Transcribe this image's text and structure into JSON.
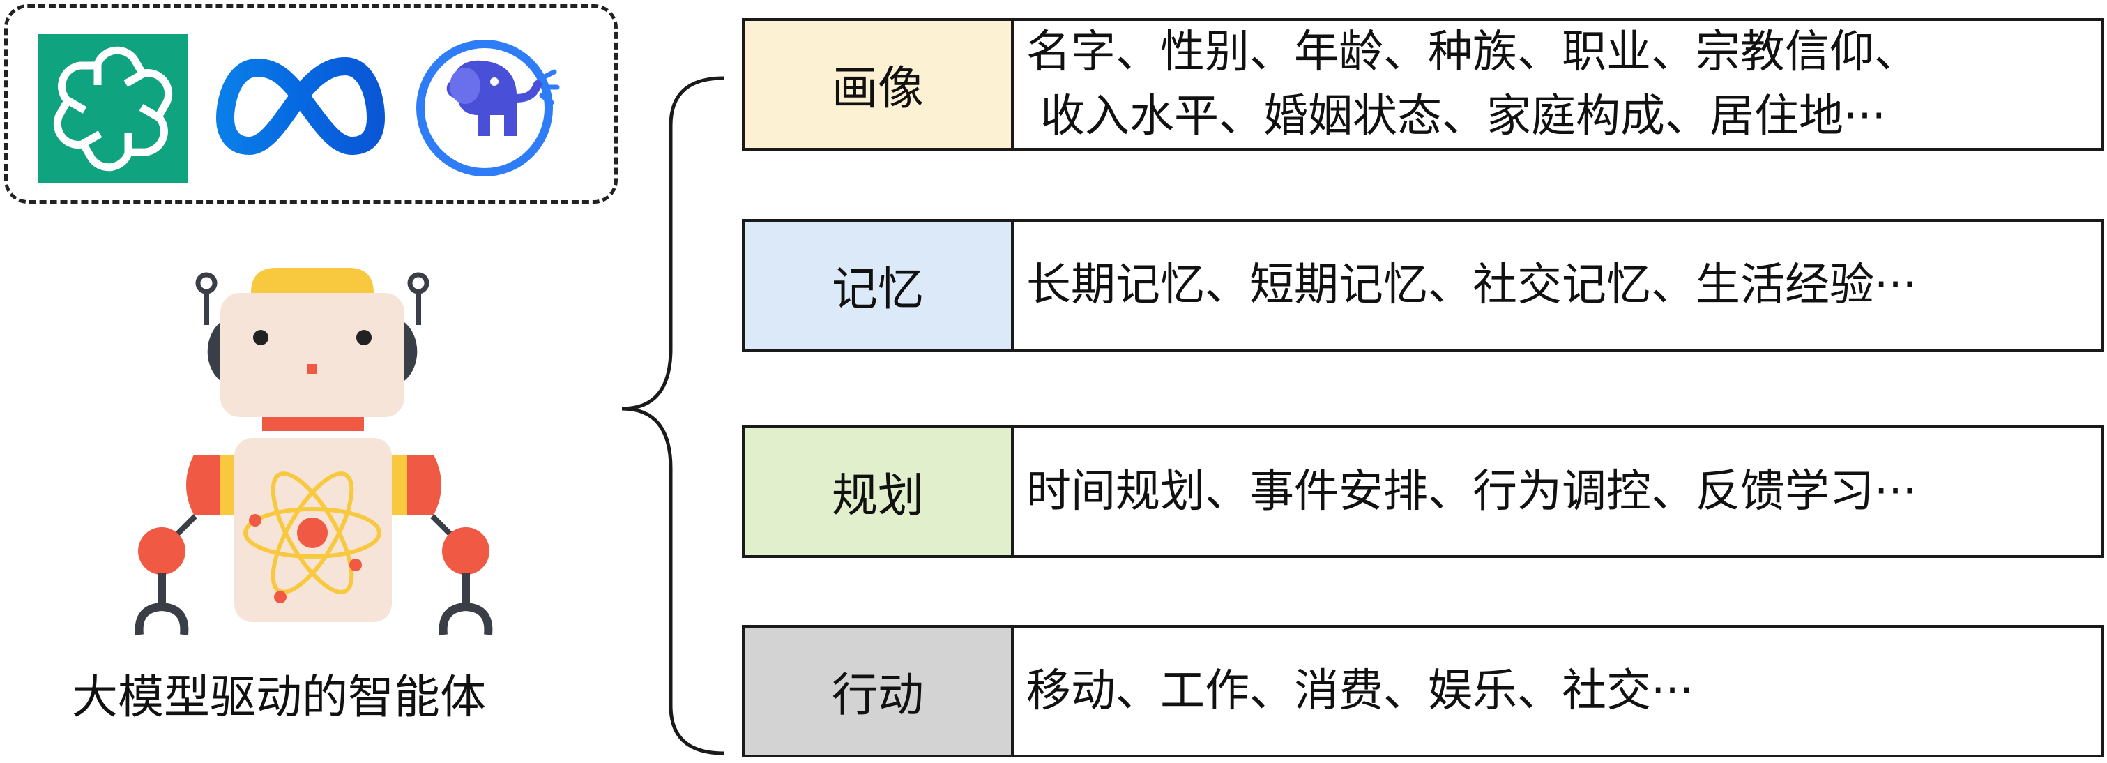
{
  "agent": {
    "caption": "大模型驱动的智能体"
  },
  "logos": [
    {
      "icon": "openai-icon",
      "color": "#10a37f"
    },
    {
      "icon": "meta-icon",
      "color": "#0668e1"
    },
    {
      "icon": "elephant-icon",
      "color": "#2e7cf6"
    }
  ],
  "modules": [
    {
      "label": "画像",
      "color": "#fdf1d4",
      "lines": [
        "名字、性别、年龄、种族、职业、宗教信仰、",
        "收入水平、婚姻状态、家庭构成、居住地···"
      ]
    },
    {
      "label": "记忆",
      "color": "#dce9f8",
      "lines": [
        "长期记忆、短期记忆、社交记忆、生活经验···"
      ]
    },
    {
      "label": "规划",
      "color": "#e1efcc",
      "lines": [
        "时间规划、事件安排、行为调控、反馈学习···"
      ]
    },
    {
      "label": "行动",
      "color": "#d3d3d3",
      "lines": [
        "移动、工作、消费、娱乐、社交···"
      ]
    }
  ]
}
